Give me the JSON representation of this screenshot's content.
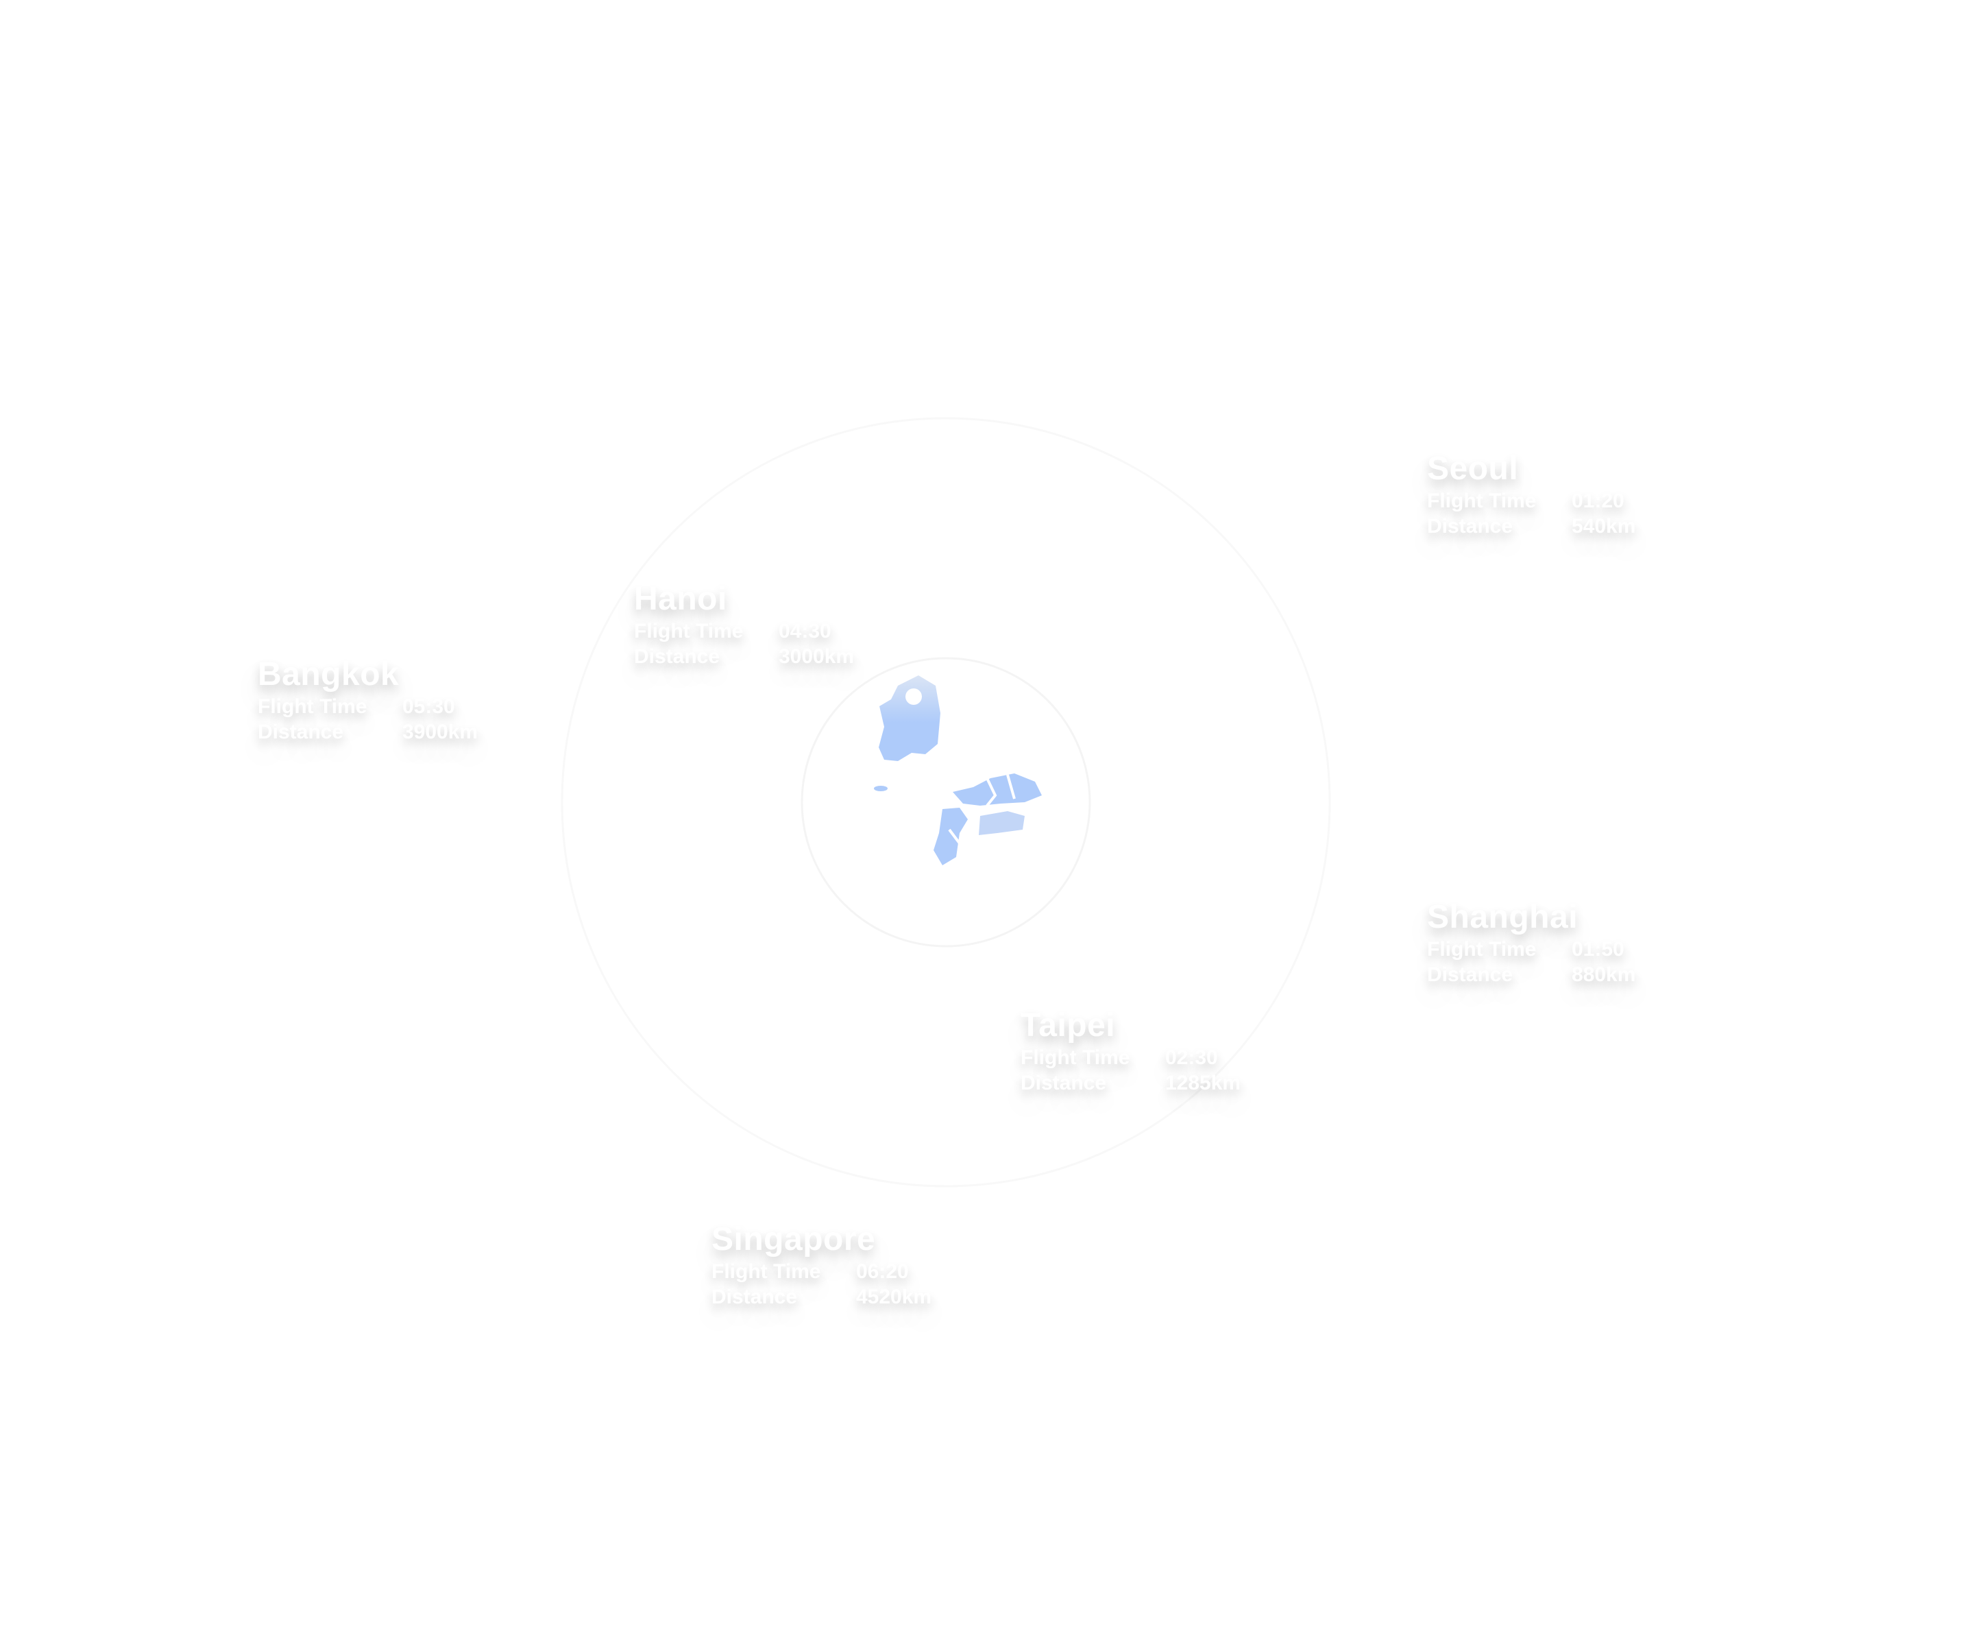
{
  "map": {
    "highlight_color": "#aecbfa",
    "light_color": "#dbe5f5"
  },
  "labels": {
    "flight_time": "Flight Time",
    "distance": "Distance"
  },
  "cities": [
    {
      "name": "Seoul",
      "flight_time": "01:20",
      "distance": "540km"
    },
    {
      "name": "Hanoi",
      "flight_time": "04:30",
      "distance": "3000km"
    },
    {
      "name": "Bangkok",
      "flight_time": "05:30",
      "distance": "3900km"
    },
    {
      "name": "Shanghai",
      "flight_time": "01:50",
      "distance": "880km"
    },
    {
      "name": "Taipei",
      "flight_time": "02:30",
      "distance": "1285km"
    },
    {
      "name": "Singapore",
      "flight_time": "06:20",
      "distance": "4520km"
    }
  ]
}
